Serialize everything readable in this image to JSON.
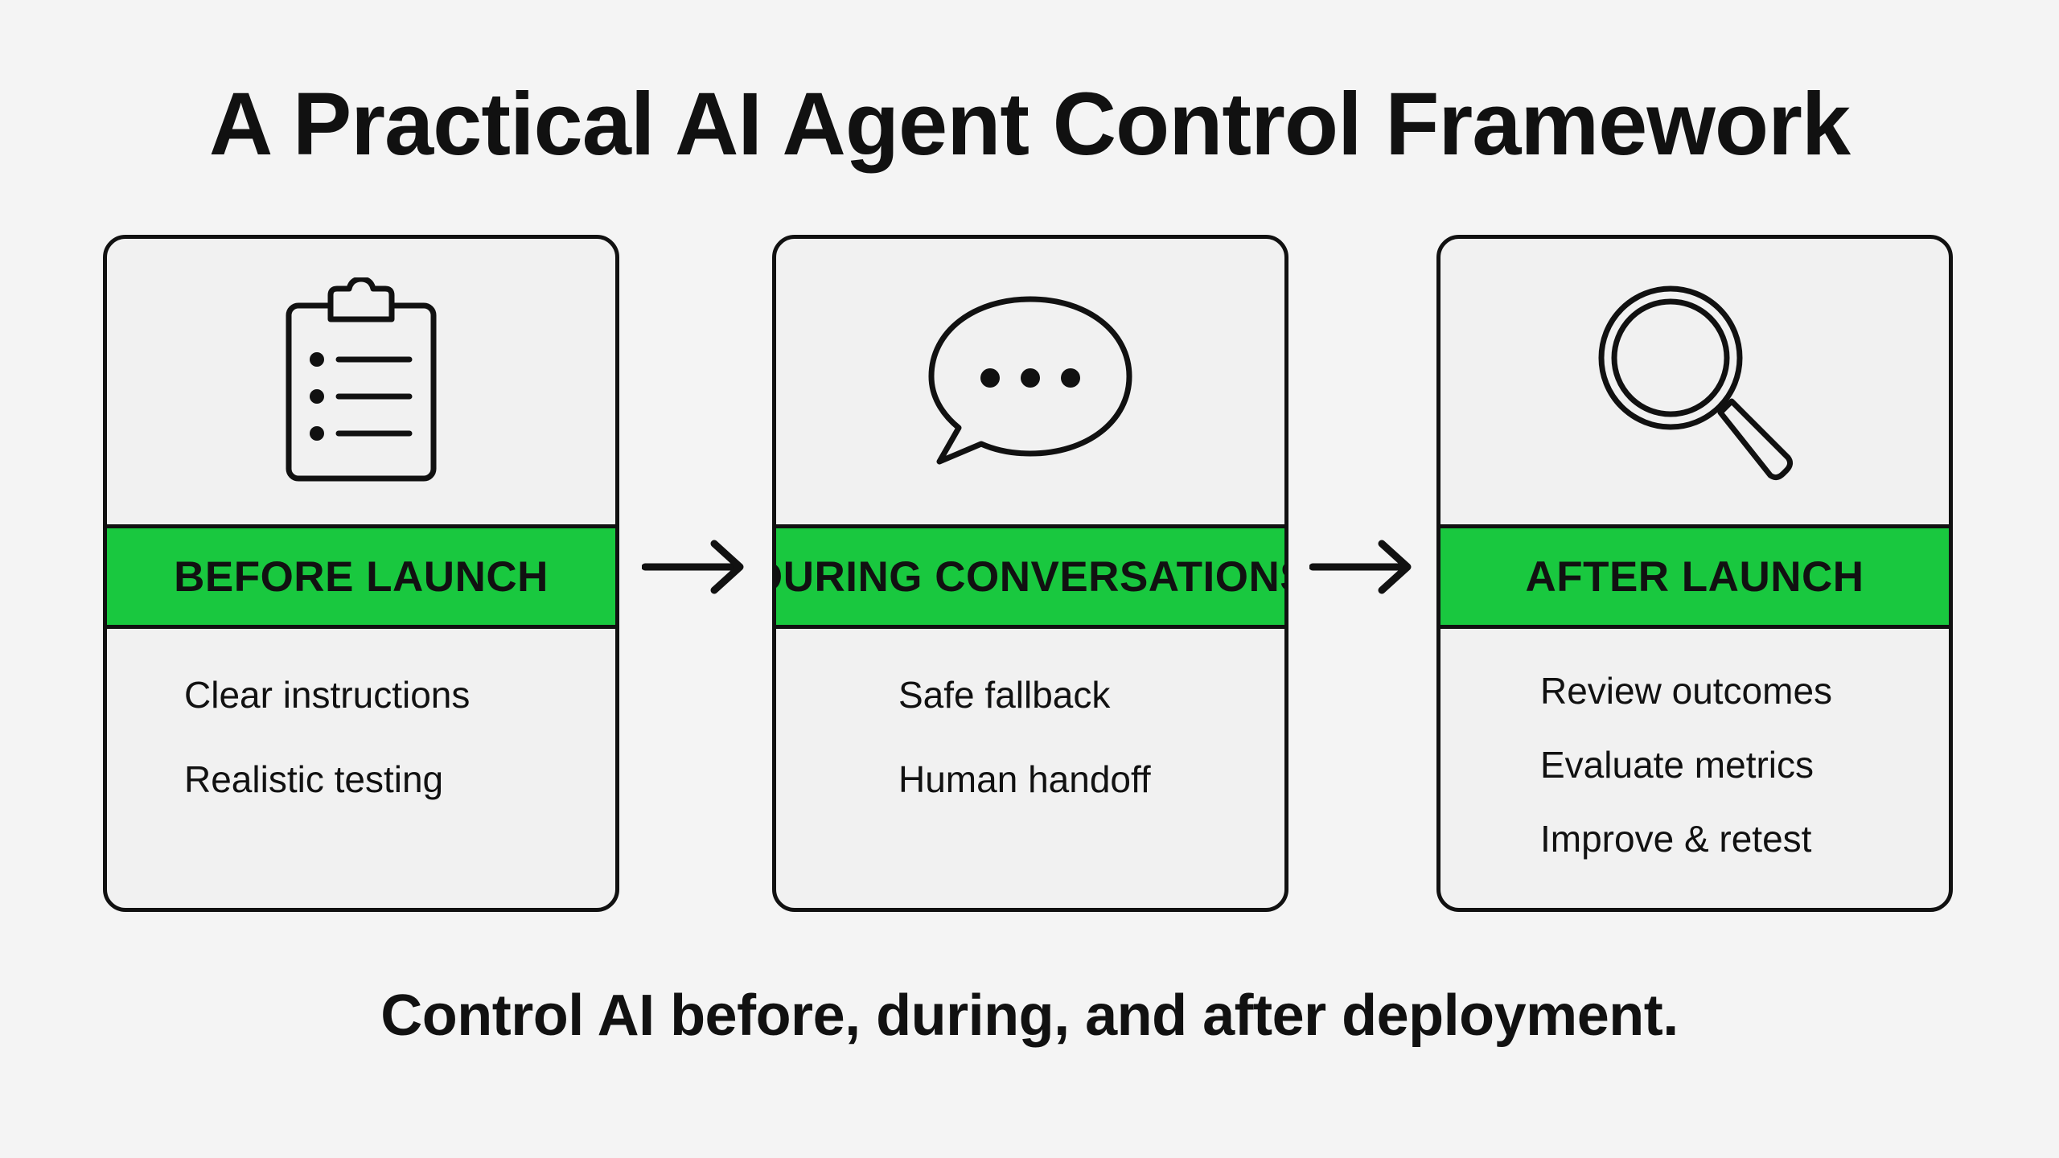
{
  "title": "A Practical AI Agent Control Framework",
  "stages": [
    {
      "label": "BEFORE LAUNCH",
      "icon": "clipboard-icon",
      "items": [
        "Clear instructions",
        "Realistic testing"
      ]
    },
    {
      "label": "DURING CONVERSATIONS",
      "icon": "chat-bubble-icon",
      "items": [
        "Safe fallback",
        "Human handoff"
      ]
    },
    {
      "label": "AFTER LAUNCH",
      "icon": "magnifier-icon",
      "items": [
        "Review outcomes",
        "Evaluate metrics",
        "Improve & retest"
      ]
    }
  ],
  "footer": "Control AI before, during, and after deployment.",
  "colors": {
    "background": "#f4f4f4",
    "card": "#f1f1f1",
    "banner": "#19c83f",
    "ink": "#111111"
  }
}
